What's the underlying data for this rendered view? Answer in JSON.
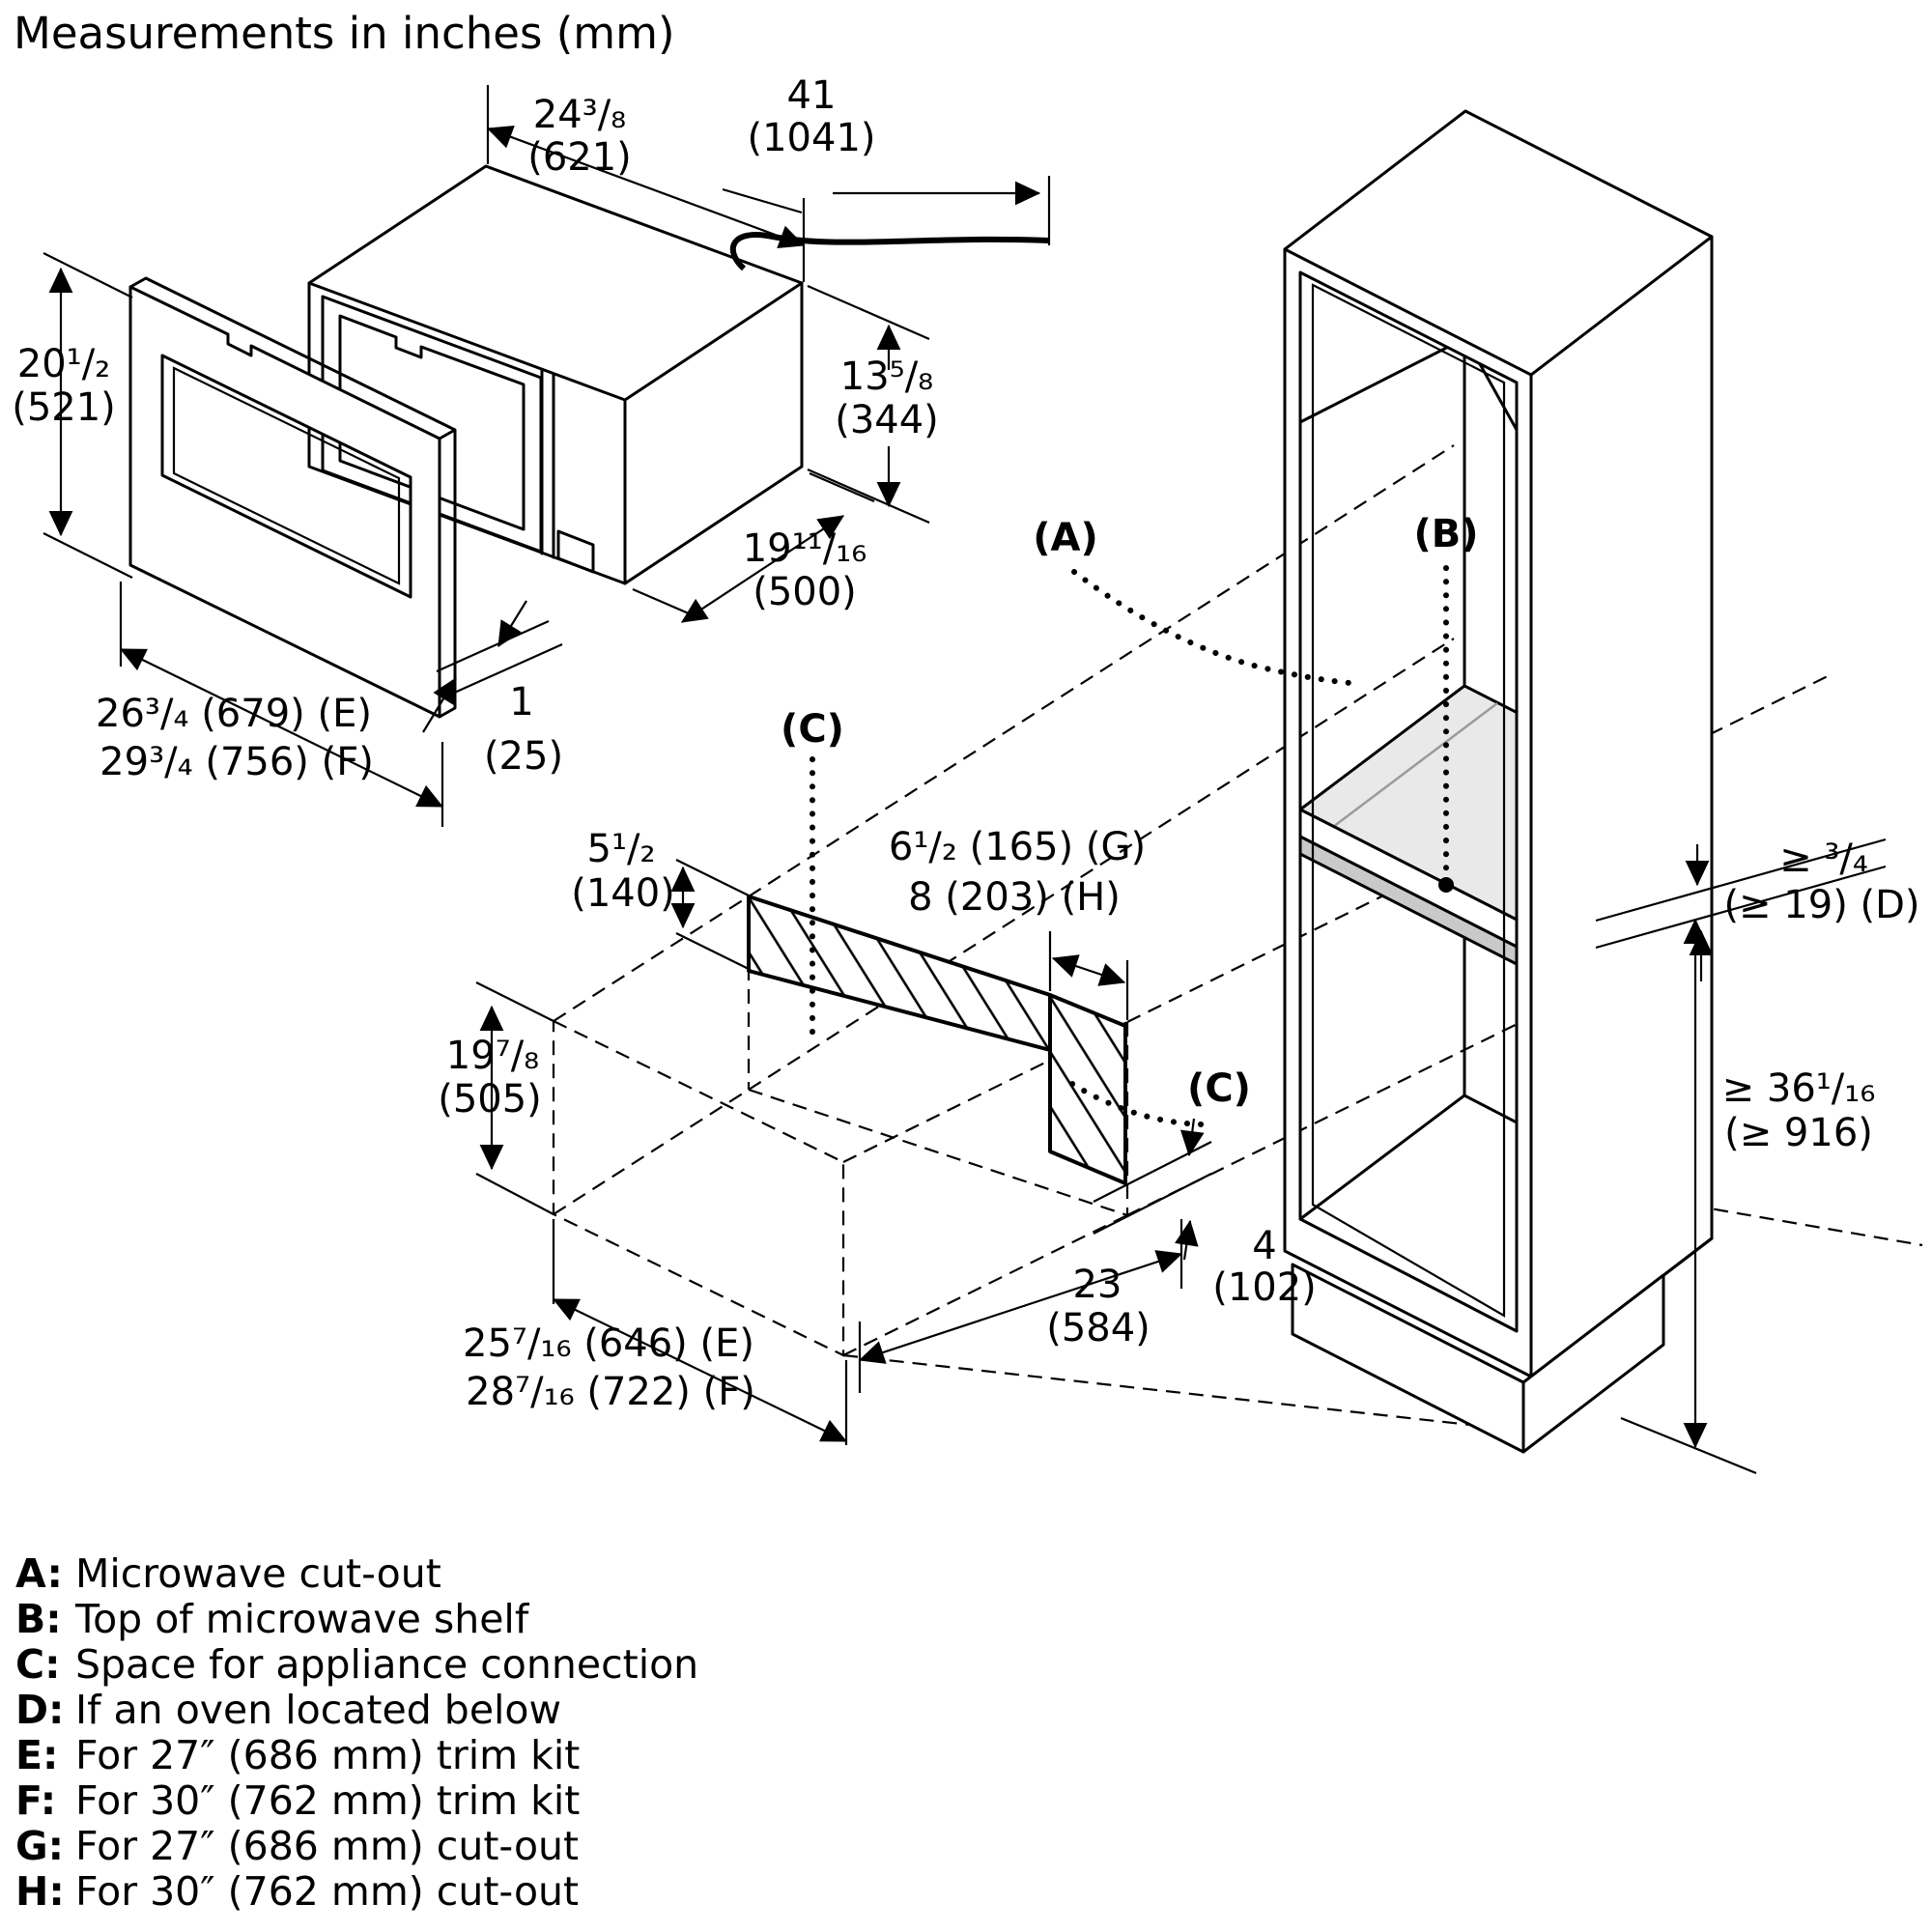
{
  "title": "Measurements in inches (mm)",
  "microwave": {
    "width_top": "24³/₈",
    "width_top_mm": "(621)",
    "cord_length": "41",
    "cord_length_mm": "(1041)",
    "height_right": "13⁵/₈",
    "height_right_mm": "(344)",
    "depth": "19¹¹/₁₆",
    "depth_mm": "(500)",
    "trim_height": "20¹/₂",
    "trim_height_mm": "(521)",
    "trim_width_27": "26³/₄ (679) (E)",
    "trim_width_30": "29³/₄ (756) (F)",
    "trim_thickness": "1",
    "trim_thickness_mm": "(25)"
  },
  "cutout": {
    "strip_height": "5¹/₂",
    "strip_height_mm": "(140)",
    "conn_label_top": "(C)",
    "conn_label_side": "(C)",
    "conn_width_27": "6¹/₂ (165) (G)",
    "conn_width_30": "8 (203) (H)",
    "height": "19⁷/₈",
    "height_mm": "(505)",
    "width_27": "25⁷/₁₆ (646) (E)",
    "width_30": "28⁷/₁₆ (722) (F)",
    "depth": "23",
    "depth_mm": "(584)",
    "conn_below": "4",
    "conn_below_mm": "(102)"
  },
  "cabinet": {
    "label_a": "(A)",
    "label_b": "(B)",
    "shelf_thickness": "≥ ³/₄",
    "shelf_thickness_mm": "(≥ 19) (D)",
    "height_below": "≥ 36¹/₁₆",
    "height_below_mm": "(≥ 916)"
  },
  "legend": [
    {
      "key": "A:",
      "text": "Microwave cut-out"
    },
    {
      "key": "B:",
      "text": "Top of microwave shelf"
    },
    {
      "key": "C:",
      "text": "Space for appliance connection"
    },
    {
      "key": "D:",
      "text": "If an oven located below"
    },
    {
      "key": "E:",
      "text": "For 27″ (686 mm) trim kit"
    },
    {
      "key": "F:",
      "text": "For 30″ (762 mm) trim kit"
    },
    {
      "key": "G:",
      "text": "For 27″ (686 mm) cut-out"
    },
    {
      "key": "H:",
      "text": "For 30″ (762 mm) cut-out"
    }
  ],
  "colors": {
    "line": "#000000",
    "shelf_light": "#e9e9e9",
    "shelf_dark": "#c9c9c9",
    "background": "#ffffff"
  }
}
